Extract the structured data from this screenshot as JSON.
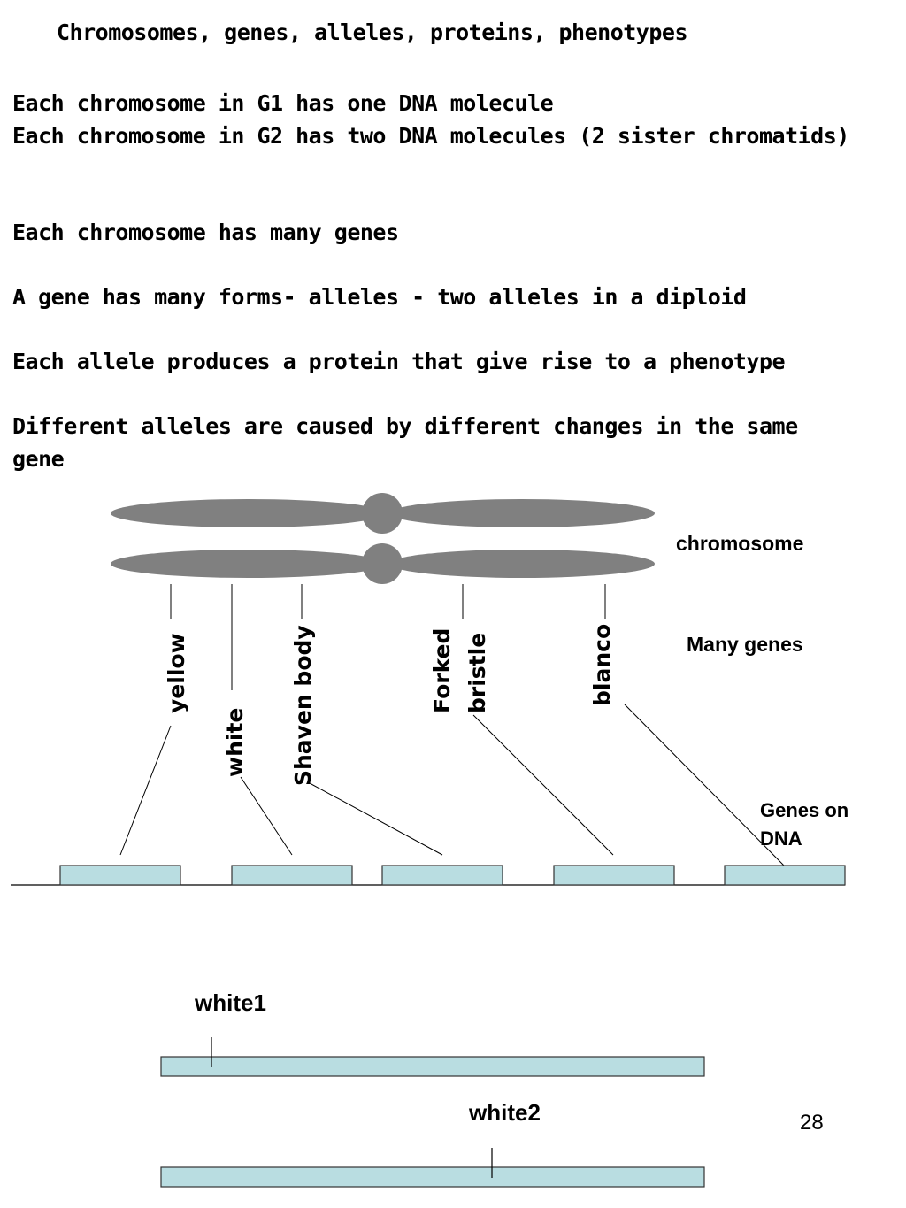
{
  "title": "Chromosomes, genes, alleles, proteins, phenotypes",
  "paragraphs": {
    "p1_line1": "Each chromosome in G1 has one DNA molecule",
    "p1_line2": "Each chromosome in G2 has two DNA molecules (2 sister chromatids)",
    "p2": "Each chromosome has many genes",
    "p3": "A gene has many forms- alleles - two alleles in a diploid",
    "p4": "Each allele produces a protein that give rise to a phenotype",
    "p5": "Different alleles are caused by different changes in the same gene"
  },
  "diagram": {
    "chromosome_label": "chromosome",
    "many_genes_label": "Many genes",
    "genes_on_dna_label": "Genes on DNA",
    "genes": {
      "yellow": "yellow",
      "white": "white",
      "shaven": "Shaven body",
      "forked_line1": "Forked",
      "forked_line2": "bristle",
      "blanco": "blanco"
    },
    "allele1_label": "white1",
    "allele2_label": "white2"
  },
  "page_number": "28",
  "colors": {
    "chromosome": "#808080",
    "gene_box": "#b9dde1"
  }
}
